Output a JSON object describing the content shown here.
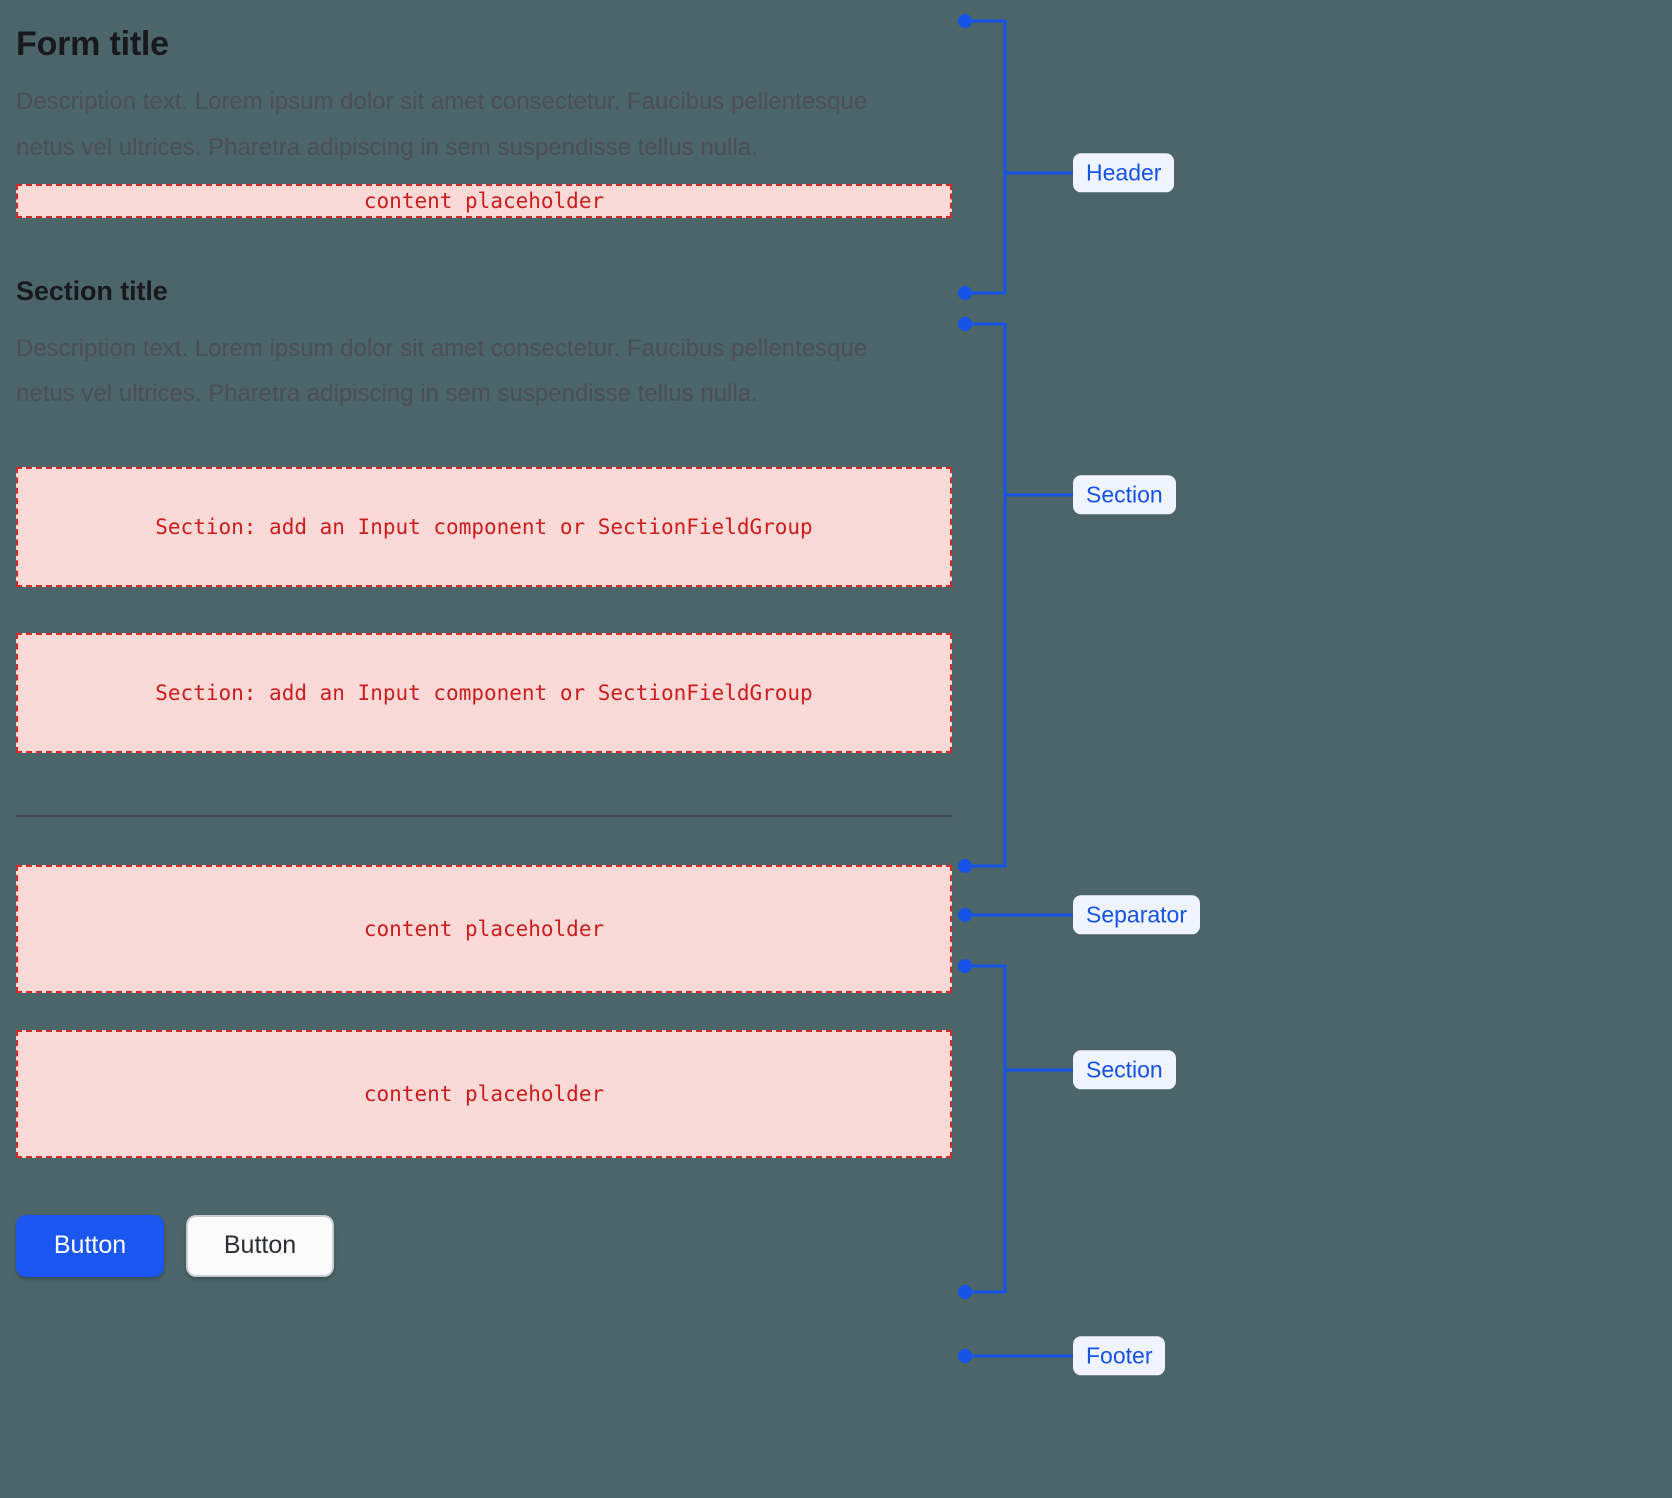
{
  "theme": {
    "background": "#4c6569",
    "heading_color": "#17191c",
    "description_color": "#4a4f55",
    "placeholder_bg": "#fbd9d7",
    "placeholder_border": "#d42a2a",
    "placeholder_text": "#cc1d1d",
    "annotation_line": "#1452e8",
    "annotation_badge_bg": "#eff4fe",
    "annotation_badge_text": "#1452e8",
    "separator_color": "#43484e",
    "primary_button_bg": "#1a56f0",
    "secondary_button_bg": "#fbfbfb"
  },
  "header": {
    "title": "Form title",
    "description": "Description text. Lorem ipsum dolor sit amet consectetur. Faucibus pellentesque netus vel ultrices. Pharetra adipiscing in sem suspendisse tellus nulla.",
    "placeholder": "content placeholder"
  },
  "section_one": {
    "title": "Section title",
    "description": "Description text. Lorem ipsum dolor sit amet consectetur. Faucibus pellentesque netus vel ultrices. Pharetra adipiscing in sem suspendisse tellus nulla.",
    "field_placeholder_1": "Section: add an Input component or SectionFieldGroup",
    "field_placeholder_2": "Section: add an Input component or SectionFieldGroup"
  },
  "section_two": {
    "placeholder_1": "content placeholder",
    "placeholder_2": "content placeholder"
  },
  "footer": {
    "primary_button": "Button",
    "secondary_button": "Button"
  },
  "annotations": {
    "header": "Header",
    "section_one": "Section",
    "separator": "Separator",
    "section_two": "Section",
    "footer": "Footer"
  }
}
